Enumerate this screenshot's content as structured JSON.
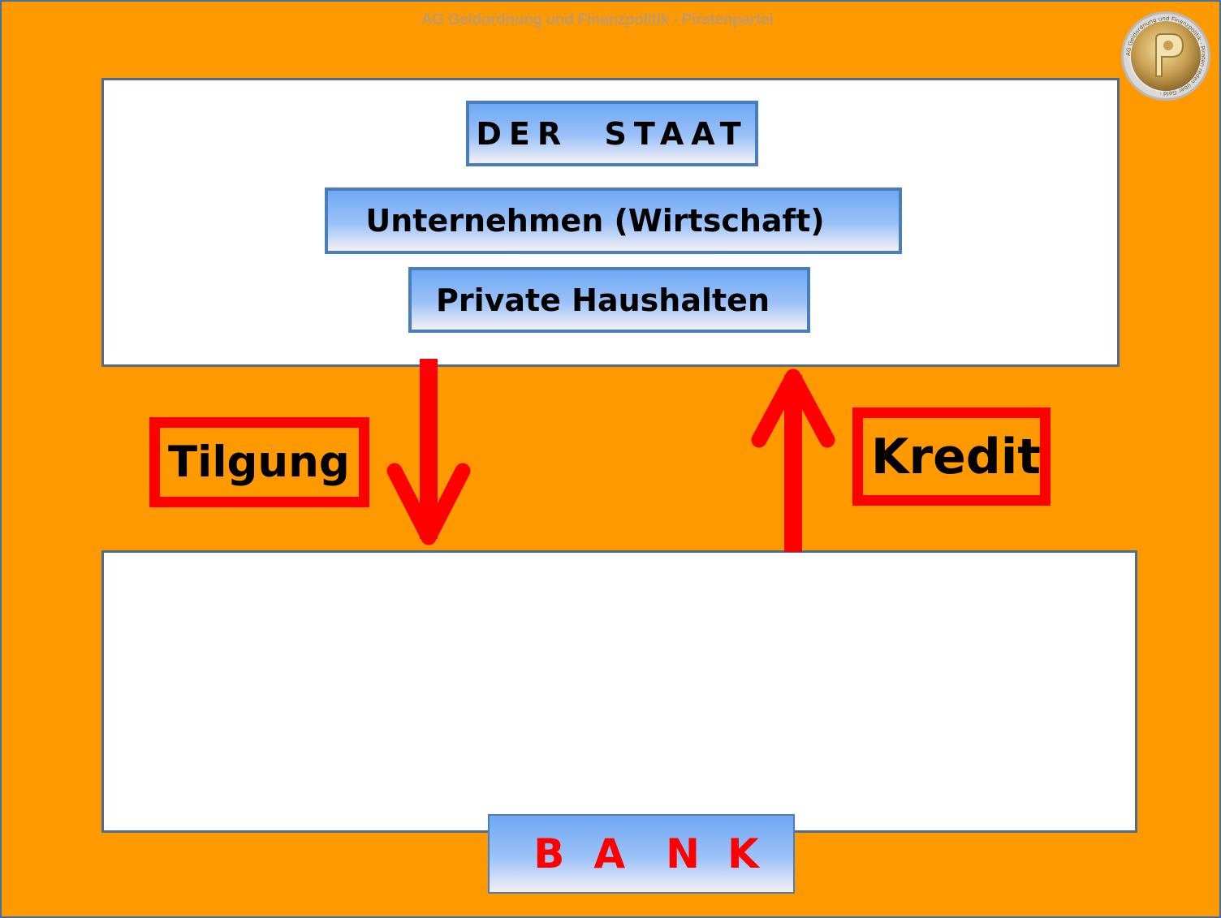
{
  "header": {
    "title": "AG Geldordnung und Finanzpolitik - Piratenpartei"
  },
  "staat": {
    "title": "DER  STAAT",
    "sectors": [
      "Unternehmen (Wirtschaft)",
      "Private Haushalten"
    ]
  },
  "flows": {
    "down_label": "Tilgung",
    "up_label": "Kredit"
  },
  "bank": {
    "letters": [
      "B",
      "A",
      "N",
      "K"
    ]
  },
  "seal": {
    "text": "AG Geldordnung und Finanzpolitik · Piraten reden über Geld ·"
  },
  "colors": {
    "background": "#FF9900",
    "arrow": "#FF0000",
    "tag_border": "#4A7EBB",
    "bank_text": "#FF0000"
  }
}
